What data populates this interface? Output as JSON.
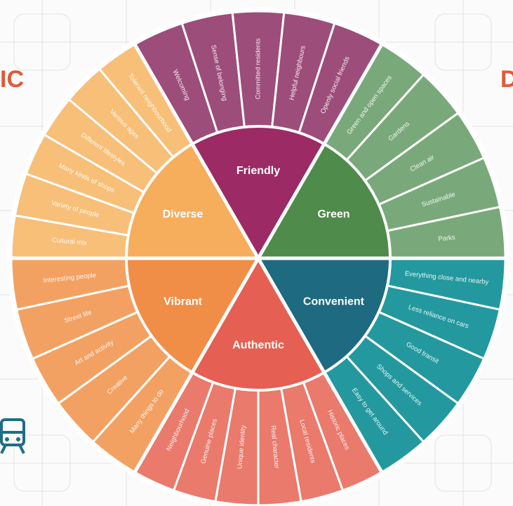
{
  "edge_text": {
    "left": "IC",
    "right": "D"
  },
  "icons": {
    "train": "train-icon"
  },
  "wheel": {
    "categories": [
      {
        "id": "vibrant",
        "label": "Vibrant",
        "color": "#f08d47",
        "outer_color": "#f3a162",
        "items": [
          "Many things to do",
          "Creative",
          "Art and activity",
          "Street life",
          "Interesting people"
        ]
      },
      {
        "id": "diverse",
        "label": "Diverse",
        "color": "#f6ad5c",
        "outer_color": "#f7bf78",
        "items": [
          "Cultural mix",
          "Variety of people",
          "Many kinds of shops",
          "Different lifestyles",
          "Various ages",
          "Tolerant neighbourhood"
        ]
      },
      {
        "id": "friendly",
        "label": "Friendly",
        "color": "#9c2a64",
        "outer_color": "#9d4d7a",
        "items": [
          "Welcoming",
          "Sense of belonging",
          "Committed residents",
          "Helpful neighbours",
          "Openly social friends"
        ]
      },
      {
        "id": "green",
        "label": "Green",
        "color": "#4f8b4a",
        "outer_color": "#79a97a",
        "items": [
          "Green and open spaces",
          "Gardens",
          "Clean air",
          "Sustainable",
          "Parks"
        ]
      },
      {
        "id": "convenient",
        "label": "Convenient",
        "color": "#1e6a80",
        "outer_color": "#23999f",
        "items": [
          "Everything close and nearby",
          "Less reliance on cars",
          "Good transit",
          "Shops and services",
          "Easy to get around"
        ]
      },
      {
        "id": "authentic",
        "label": "Authentic",
        "color": "#e55f52",
        "outer_color": "#e97a6c",
        "items": [
          "Historic places",
          "Local residents",
          "Real character",
          "Unique identity",
          "Genuine places",
          "Neighbourhood"
        ]
      }
    ]
  }
}
